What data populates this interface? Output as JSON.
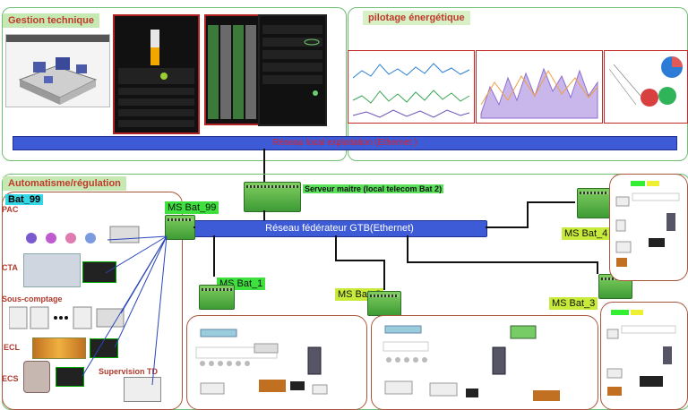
{
  "sections": {
    "gestion": "Gestion technique",
    "pilotage": "pilotage énergétique",
    "automatisme": "Automatisme/régulation"
  },
  "networks": {
    "local": "Réseau local exploitation (Ethernet )",
    "gtb": "Réseau fédérateur GTB(Ethernet)"
  },
  "server": {
    "label": "Serveur maitre (local telecom Bat 2)"
  },
  "stations": {
    "bat99": "MS Bat_99",
    "bat1": "MS Bat_1",
    "bat2": "MS Bat_2",
    "bat3": "MS Bat_3",
    "bat4": "MS Bat_4"
  },
  "bat99_region": {
    "title": "Bat_99",
    "items": [
      "PAC",
      "CTA",
      "Sous-comptage",
      "ECL",
      "ECS",
      "Supervision TD"
    ]
  },
  "colors": {
    "section_border": "#6fbf73",
    "section_title_bg": "#c6e9b4",
    "title_text": "#c0392b",
    "network_blue": "#3d5bd6",
    "station_green": "#3ee03e",
    "station_yellow_green": "#c8ea3a",
    "region_border": "#a8553b"
  },
  "icons": [
    "bms-3d-model",
    "mobile-control-app",
    "data-table",
    "settings-panel",
    "energy-charts",
    "controller-module",
    "heat-pump",
    "air-handling-unit",
    "energy-meter",
    "lighting",
    "water-heater",
    "distribution-board"
  ]
}
